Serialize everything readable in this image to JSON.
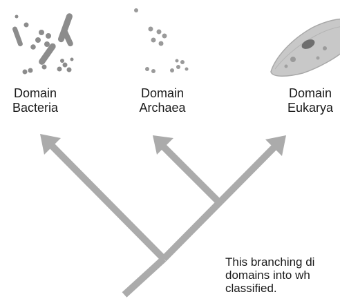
{
  "domains": [
    {
      "id": "bacteria",
      "line1": "Domain",
      "line2": "Bacteria",
      "illustration": "bacteria-cells-icon"
    },
    {
      "id": "archaea",
      "line1": "Domain",
      "line2": "Archaea",
      "illustration": "archaea-cells-icon"
    },
    {
      "id": "eukarya",
      "line1": "Domain",
      "line2": "Eukarya",
      "illustration": "eukaryotic-cell-icon"
    }
  ],
  "caption": {
    "line1": "This branching di",
    "line2": "domains into wh",
    "line3": "classified."
  },
  "colors": {
    "tree": "#ababab",
    "cells": "#8c8c8c",
    "text": "#1a1a1a"
  }
}
